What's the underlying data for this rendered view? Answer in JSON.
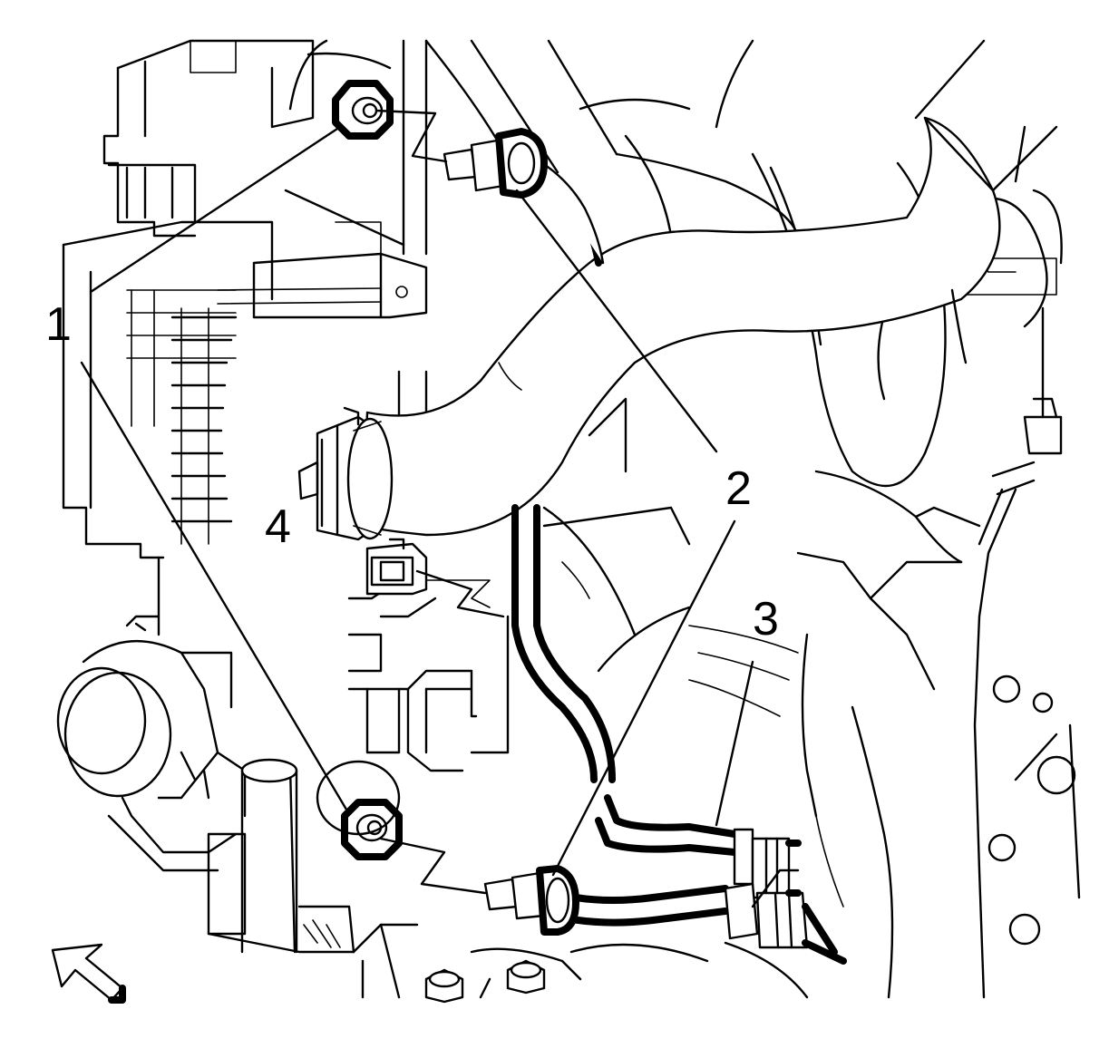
{
  "callouts": [
    {
      "id": "1",
      "label": "1"
    },
    {
      "id": "2",
      "label": "2"
    },
    {
      "id": "3",
      "label": "3"
    },
    {
      "id": "4",
      "label": "4"
    }
  ],
  "icons": {
    "direction_arrow": "arrow-up-left-icon"
  }
}
